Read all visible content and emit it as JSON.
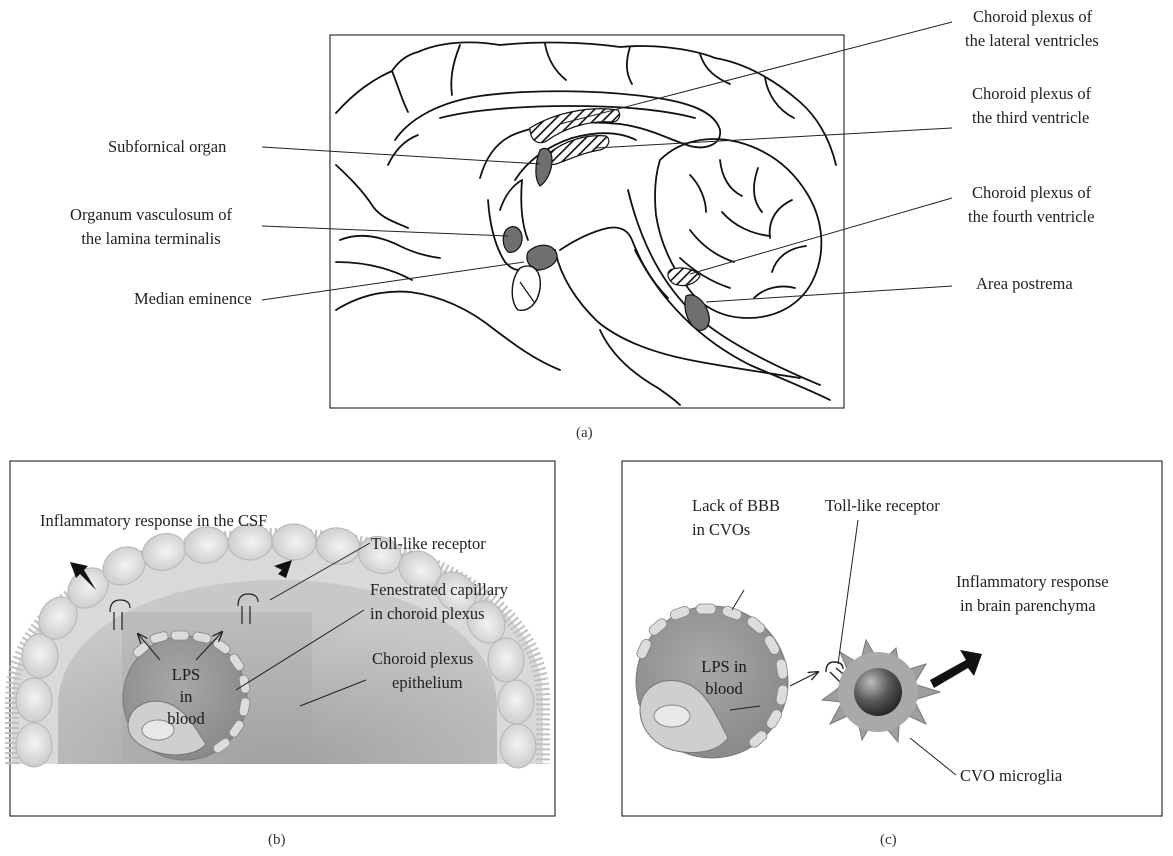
{
  "panel_a": {
    "caption": "(a)",
    "labels": {
      "subfornical_organ": "Subfornical organ",
      "ovlt_line1": "Organum vasculosum of",
      "ovlt_line2": "the lamina terminalis",
      "median_eminence": "Median eminence",
      "cp_lateral_line1": "Choroid plexus of",
      "cp_lateral_line2": "the lateral ventricles",
      "cp_third_line1": "Choroid plexus of",
      "cp_third_line2": "the third ventricle",
      "cp_fourth_line1": "Choroid plexus of",
      "cp_fourth_line2": "the fourth ventricle",
      "area_postrema": "Area postrema"
    }
  },
  "panel_b": {
    "caption": "(b)",
    "labels": {
      "csf_response": "Inflammatory response in the CSF",
      "toll_receptor": "Toll-like receptor",
      "fenestrated_line1": "Fenestrated capillary",
      "fenestrated_line2": "in choroid plexus",
      "epithelium_line1": "Choroid plexus",
      "epithelium_line2": "epithelium",
      "lps_line1": "LPS",
      "lps_line2": "in",
      "lps_line3": "blood"
    }
  },
  "panel_c": {
    "caption": "(c)",
    "labels": {
      "lack_bbb_line1": "Lack of BBB",
      "lack_bbb_line2": "in CVOs",
      "toll_receptor": "Toll-like receptor",
      "parenchyma_line1": "Inflammatory response",
      "parenchyma_line2": "in brain parenchyma",
      "lps_line1": "LPS in",
      "lps_line2": "blood",
      "microglia": "CVO microglia"
    }
  },
  "colors": {
    "border": "#333333",
    "cvo_fill": "#6f6f6f",
    "cell_gray": "#9a9a9a",
    "arrow": "#111111"
  }
}
